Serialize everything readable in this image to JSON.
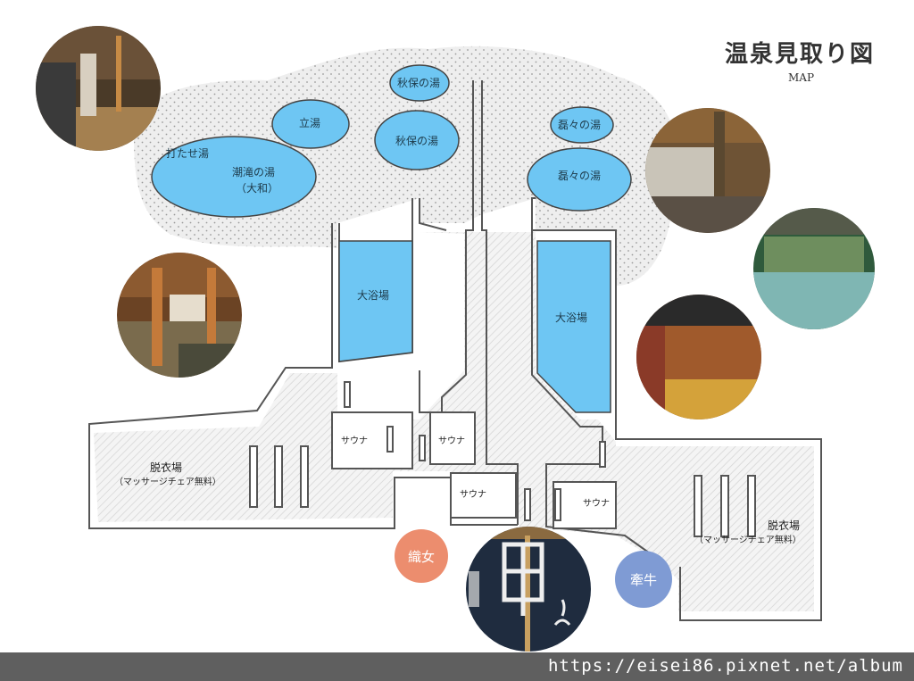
{
  "header": {
    "title": "温泉見取り図",
    "subtitle": "MAP"
  },
  "pools": {
    "utase": "打たせ湯",
    "shiotaki": "潮滝の湯",
    "yamato": "（大和）",
    "tachi": "立湯",
    "akiho_small": "秋保の湯",
    "akiho_large": "秋保の湯",
    "rairai_small": "磊々の湯",
    "rairai_large": "磊々の湯",
    "daiyokujo_left": "大浴場",
    "daiyokujo_right": "大浴場"
  },
  "rooms": {
    "sauna_1": "サウナ",
    "sauna_2": "サウナ",
    "sauna_3": "サウナ",
    "sauna_4": "サウナ",
    "dressing_left": "脱衣場",
    "dressing_left_note": "（マッサージチェア無料）",
    "dressing_right": "脱衣場",
    "dressing_right_note": "（マッサージチェア無料）"
  },
  "badges": {
    "orihime": {
      "label": "織女",
      "color": "#ec8d6e"
    },
    "kengyu": {
      "label": "牽牛",
      "color": "#7f9bd4"
    }
  },
  "colors": {
    "water": "#6ec6f3",
    "floor_hatch": "#d9d9d9",
    "outline": "#555555",
    "stipple": "#eeeeee"
  },
  "footer": {
    "watermark": "https://eisei86.pixnet.net/album"
  }
}
